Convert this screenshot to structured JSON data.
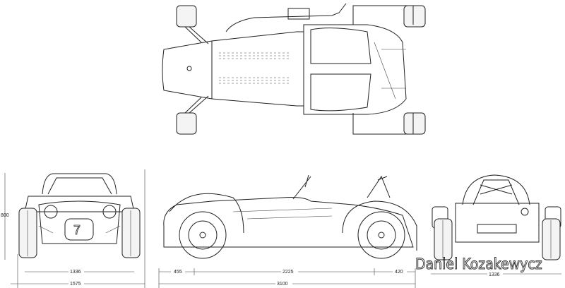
{
  "signature": "Daniel Kozakewycz",
  "dimensions": {
    "height": "800",
    "front_track": "1336",
    "front_width": "1575",
    "front_overhang": "455",
    "wheelbase": "2225",
    "rear_overhang": "420",
    "overall_length": "3100",
    "rear_track": "1336"
  },
  "views": [
    "top",
    "front",
    "side",
    "rear"
  ],
  "colors": {
    "line": "#222222",
    "background": "#ffffff"
  }
}
